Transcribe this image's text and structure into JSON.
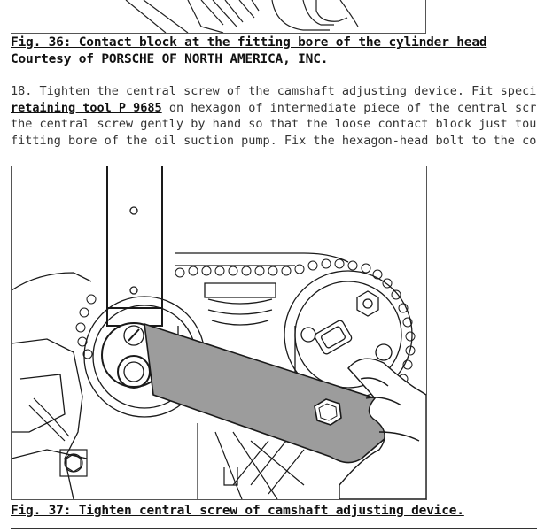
{
  "figure_36": {
    "caption": "Fig. 36: Contact block at the fitting bore of the cylinder head",
    "courtesy": "Courtesy of PORSCHE OF NORTH AMERICA, INC."
  },
  "step": {
    "line1": "18. Tighten the central screw of the camshaft adjusting device. Fit special",
    "tool_name": "retaining tool P 9685",
    "line2_rest": " on hexagon of intermediate piece of the central screw",
    "line3": "the central screw gently by hand so that the loose contact block just touches",
    "line4": "fitting bore of the oil suction pump. Fix the hexagon-head bolt to the contact"
  },
  "figure_37": {
    "caption": "Fig. 37: Tighten central screw of camshaft adjusting device."
  }
}
